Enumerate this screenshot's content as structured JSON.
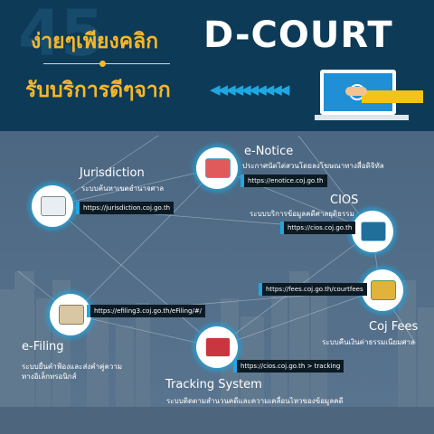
{
  "header": {
    "big_number": "45",
    "line1": "ง่ายๆเพียงคลิก",
    "line2": "รับบริการดีๆจาก",
    "brand": "D-COURT",
    "arrows": "◀◀◀◀◀◀◀◀◀◀"
  },
  "services": {
    "jurisdiction": {
      "title": "Jurisdiction",
      "desc": "ระบบค้นหาเขตอำนาจศาล",
      "url": "https://jurisdiction.coj.go.th"
    },
    "enotice": {
      "title": "e-Notice",
      "desc": "ประกาศนัดไต่สวนโดยลงโฆษณาทางสื่อดิจิทัล",
      "url": "https://enotice.coj.go.th"
    },
    "cios": {
      "title": "CIOS",
      "desc": "ระบบบริการข้อมูลคดีศาลยุติธรรม",
      "url": "https://cios.coj.go.th"
    },
    "cojfees": {
      "title": "Coj Fees",
      "desc": "ระบบคืนเงินค่าธรรมเนียมศาล",
      "url": "https://fees.coj.go.th/courtfees"
    },
    "efiling": {
      "title": "e-Filing",
      "desc": "ระบบยื่นคำฟ้องและส่งคำคู่ความทางอิเล็กทรอนิกส์",
      "url": "https://efiling3.coj.go.th/eFiling/#/"
    },
    "tracking": {
      "title": "Tracking System",
      "desc": "ระบบติดตามสำนวนคดีและความเคลื่อนไหวของข้อมูลคดี",
      "url": "https://cios.coj.go.th > tracking"
    }
  }
}
